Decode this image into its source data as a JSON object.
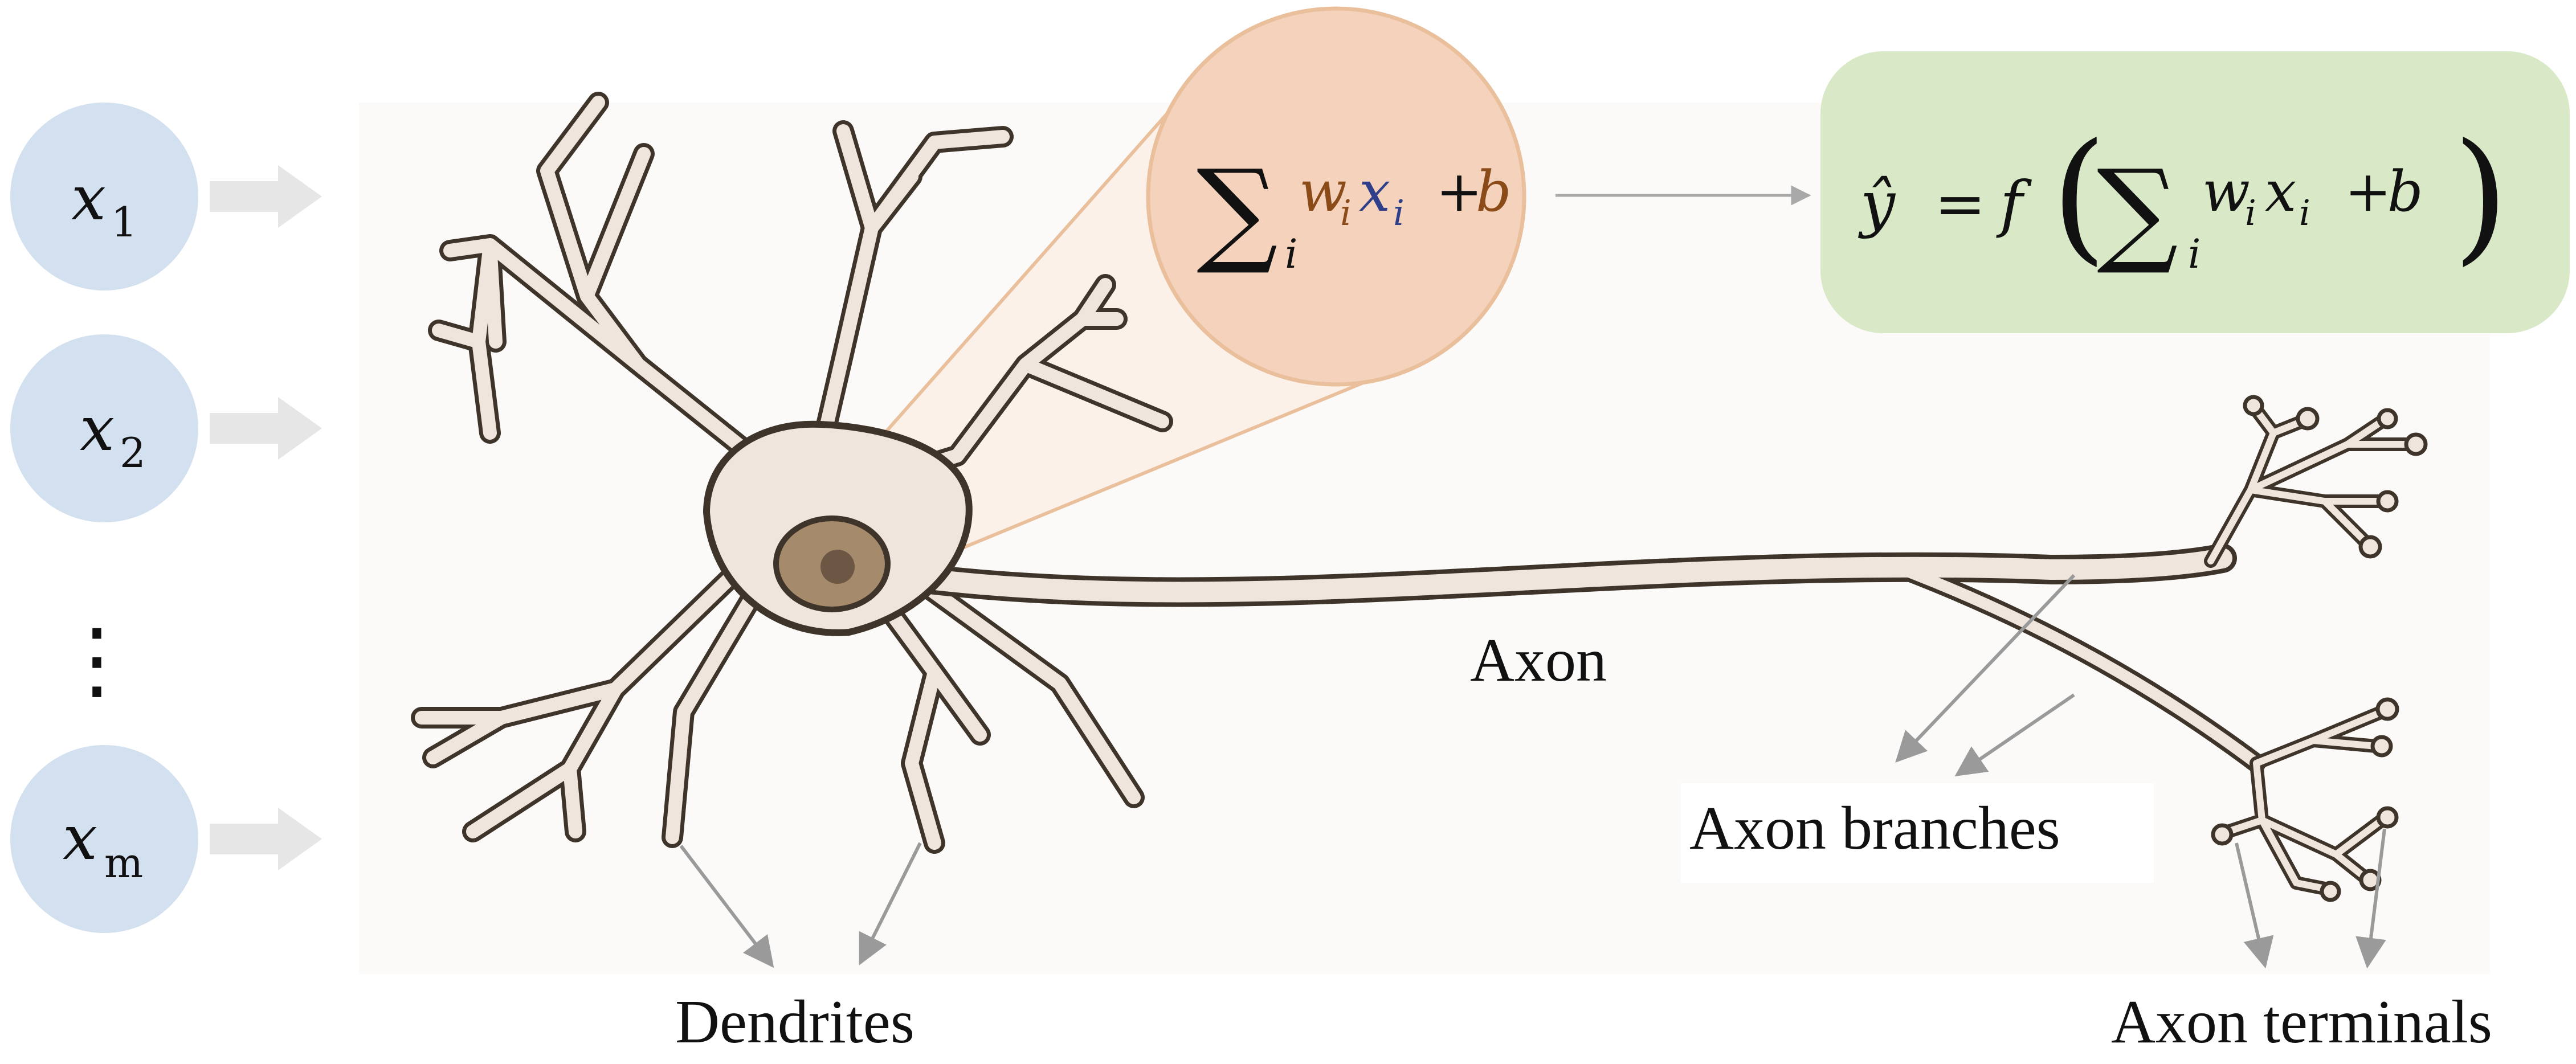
{
  "inputs": {
    "items": [
      {
        "var": "x",
        "sub": "1"
      },
      {
        "var": "x",
        "sub": "2"
      },
      {
        "var": "x",
        "sub": "m"
      }
    ],
    "ellipsis": "⋮"
  },
  "soma_formula": {
    "sum": "∑",
    "index": "i",
    "w": "w",
    "x": "x",
    "plus": "+",
    "b": "b"
  },
  "output_formula": {
    "yhat": "ŷ",
    "equals": "=",
    "f": "f",
    "lparen": "(",
    "sum": "∑",
    "index": "i",
    "w": "w",
    "x": "x",
    "plus": "+",
    "b": "b",
    "rparen": ")"
  },
  "labels": {
    "axon": "Axon",
    "axon_branches": "Axon branches",
    "dendrites": "Dendrites",
    "axon_terminals": "Axon terminals"
  },
  "colors": {
    "input_fill": "#d3e0ef",
    "arrow_fill": "#e6e6e6",
    "soma_circle_fill": "#f4d2bb",
    "soma_circle_stroke": "#eabf9c",
    "output_box_fill": "#d9e8c6",
    "neuron_fill": "#efe5dc",
    "neuron_stroke": "#3e3429",
    "nucleus_fill": "#a58a6c",
    "nucleus_inner": "#6c5745",
    "pointer_gray": "#9a9a9a",
    "w_color": "#8a4b19",
    "x_color": "#2f3f8a",
    "b_color": "#8a4b19"
  }
}
